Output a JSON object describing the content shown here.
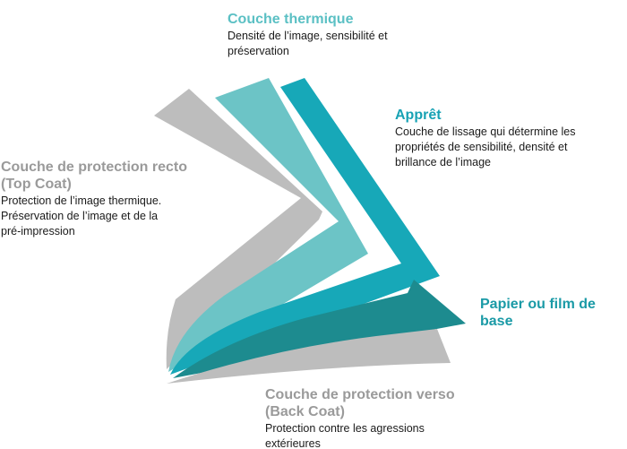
{
  "colors": {
    "grey": "#bdbdbd",
    "thermal": "#6cc4c6",
    "primer": "#17a8b8",
    "base": "#1d8b8f",
    "thermal_text": "#5bc0c4",
    "primer_text": "#17a2b4",
    "base_text": "#1a9aa6",
    "grey_text": "#9a9a9a"
  },
  "layers": {
    "thermal": {
      "title": "Couche thermique",
      "desc_lines": [
        "Densité de l’image, sensibilité et",
        "préservation"
      ]
    },
    "primer": {
      "title": "Apprêt",
      "desc_lines": [
        "Couche de lissage qui détermine les",
        "propriétés de sensibilité, densité et",
        "brillance de l’image"
      ]
    },
    "topcoat": {
      "title_lines": [
        "Couche de protection recto",
        "(Top Coat)"
      ],
      "desc_lines": [
        "Protection de l’image thermique.",
        "Préservation de l’image et de la",
        "pré-impression"
      ]
    },
    "base": {
      "title": "Papier ou film de base"
    },
    "backcoat": {
      "title_lines": [
        "Couche de protection verso",
        "(Back Coat)"
      ],
      "desc_lines": [
        "Protection contre les agressions",
        "extérieures"
      ]
    }
  }
}
